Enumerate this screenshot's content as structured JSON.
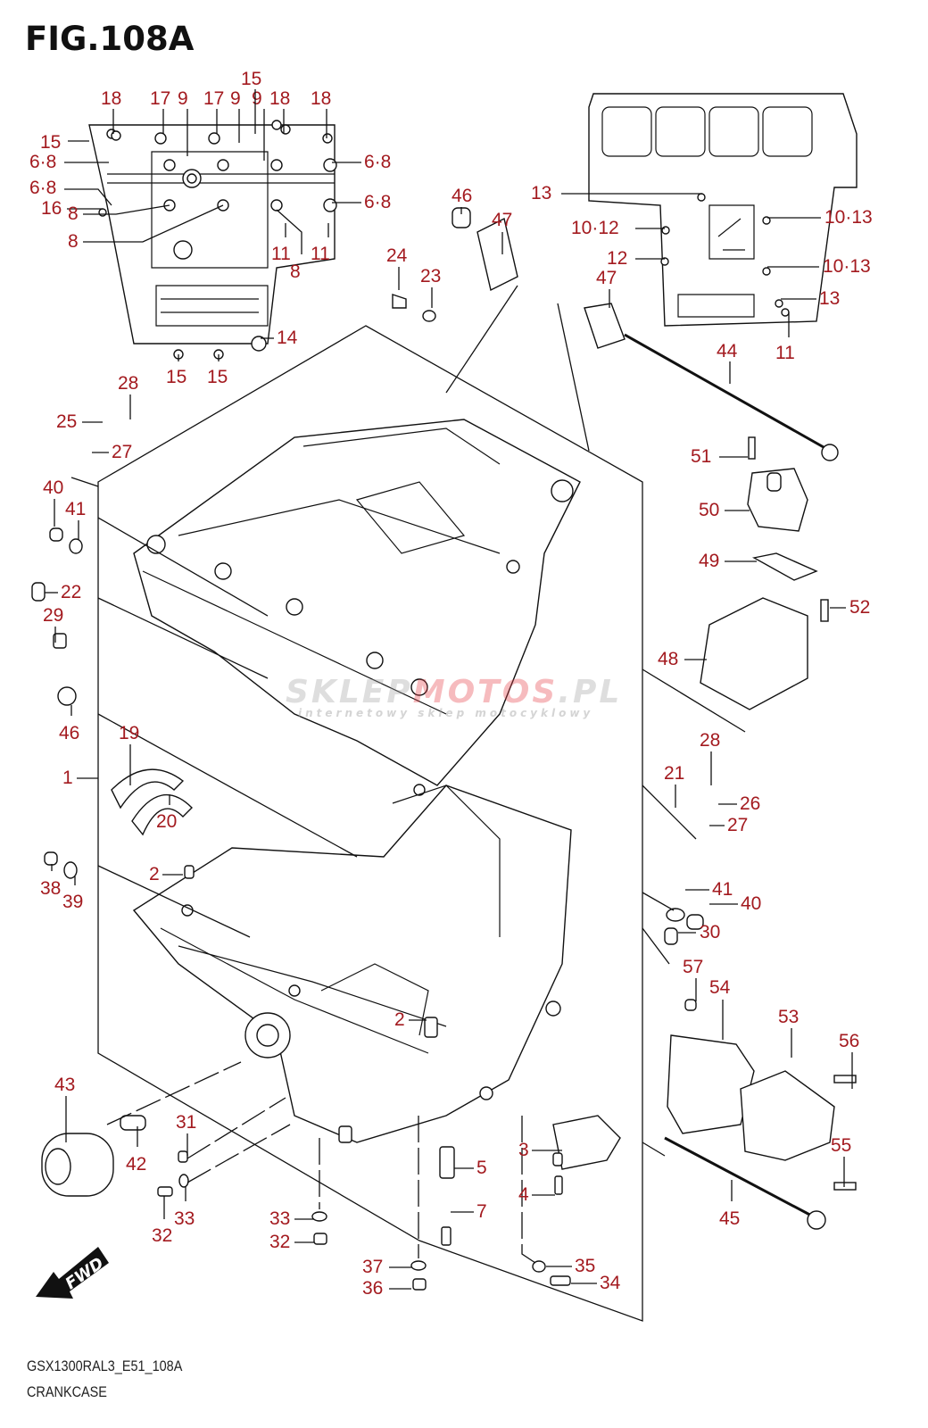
{
  "figure": {
    "title": "FIG.108A",
    "code": "GSX1300RAL3_E51_108A",
    "caption": "CRANKCASE"
  },
  "colors": {
    "callout": "#a31a1f",
    "line": "#111111"
  },
  "watermark": {
    "main_gray": "SKLEP",
    "main_red": "MOTOS",
    "main_tail": ".PL",
    "sub": "internetowy sklep motocyklowy"
  },
  "fwd_badge": {
    "label": "FWD",
    "icon": "fwd-arrow-icon"
  },
  "callouts": [
    {
      "id": "c-15-a",
      "label": "15"
    },
    {
      "id": "c-18-a",
      "label": "18"
    },
    {
      "id": "c-17-a",
      "label": "17"
    },
    {
      "id": "c-9-a",
      "label": "9"
    },
    {
      "id": "c-17-b",
      "label": "17"
    },
    {
      "id": "c-9-b",
      "label": "9"
    },
    {
      "id": "c-9-c",
      "label": "9"
    },
    {
      "id": "c-18-b",
      "label": "18"
    },
    {
      "id": "c-18-c",
      "label": "18"
    },
    {
      "id": "c-15-b",
      "label": "15"
    },
    {
      "id": "c-68-a",
      "label": "6·8"
    },
    {
      "id": "c-68-b",
      "label": "6·8"
    },
    {
      "id": "c-68-c",
      "label": "6·8"
    },
    {
      "id": "c-68-d",
      "label": "6·8"
    },
    {
      "id": "c-16",
      "label": "16"
    },
    {
      "id": "c-8-a",
      "label": "8"
    },
    {
      "id": "c-8-b",
      "label": "8"
    },
    {
      "id": "c-11-a",
      "label": "11"
    },
    {
      "id": "c-8-c",
      "label": "8"
    },
    {
      "id": "c-11-b",
      "label": "11"
    },
    {
      "id": "c-14",
      "label": "14"
    },
    {
      "id": "c-15-c",
      "label": "15"
    },
    {
      "id": "c-15-d",
      "label": "15"
    },
    {
      "id": "c-46-a",
      "label": "46"
    },
    {
      "id": "c-47-a",
      "label": "47"
    },
    {
      "id": "c-24",
      "label": "24"
    },
    {
      "id": "c-23",
      "label": "23"
    },
    {
      "id": "c-13-a",
      "label": "13"
    },
    {
      "id": "c-1012",
      "label": "10·12"
    },
    {
      "id": "c-12",
      "label": "12"
    },
    {
      "id": "c-1013-a",
      "label": "10·13"
    },
    {
      "id": "c-1013-b",
      "label": "10·13"
    },
    {
      "id": "c-13-b",
      "label": "13"
    },
    {
      "id": "c-47-b",
      "label": "47"
    },
    {
      "id": "c-44",
      "label": "44"
    },
    {
      "id": "c-11-c",
      "label": "11"
    },
    {
      "id": "c-28-a",
      "label": "28"
    },
    {
      "id": "c-25",
      "label": "25"
    },
    {
      "id": "c-27-a",
      "label": "27"
    },
    {
      "id": "c-40-a",
      "label": "40"
    },
    {
      "id": "c-41-a",
      "label": "41"
    },
    {
      "id": "c-22",
      "label": "22"
    },
    {
      "id": "c-29",
      "label": "29"
    },
    {
      "id": "c-46-b",
      "label": "46"
    },
    {
      "id": "c-51",
      "label": "51"
    },
    {
      "id": "c-50",
      "label": "50"
    },
    {
      "id": "c-49",
      "label": "49"
    },
    {
      "id": "c-52",
      "label": "52"
    },
    {
      "id": "c-48",
      "label": "48"
    },
    {
      "id": "c-19",
      "label": "19"
    },
    {
      "id": "c-1",
      "label": "1"
    },
    {
      "id": "c-20",
      "label": "20"
    },
    {
      "id": "c-28-b",
      "label": "28"
    },
    {
      "id": "c-21",
      "label": "21"
    },
    {
      "id": "c-26",
      "label": "26"
    },
    {
      "id": "c-27-b",
      "label": "27"
    },
    {
      "id": "c-2-a",
      "label": "2"
    },
    {
      "id": "c-38",
      "label": "38"
    },
    {
      "id": "c-39",
      "label": "39"
    },
    {
      "id": "c-41-b",
      "label": "41"
    },
    {
      "id": "c-40-b",
      "label": "40"
    },
    {
      "id": "c-30",
      "label": "30"
    },
    {
      "id": "c-57",
      "label": "57"
    },
    {
      "id": "c-54",
      "label": "54"
    },
    {
      "id": "c-53",
      "label": "53"
    },
    {
      "id": "c-56",
      "label": "56"
    },
    {
      "id": "c-2-b",
      "label": "2"
    },
    {
      "id": "c-43",
      "label": "43"
    },
    {
      "id": "c-42",
      "label": "42"
    },
    {
      "id": "c-31",
      "label": "31"
    },
    {
      "id": "c-3",
      "label": "3"
    },
    {
      "id": "c-5",
      "label": "5"
    },
    {
      "id": "c-4",
      "label": "4"
    },
    {
      "id": "c-55",
      "label": "55"
    },
    {
      "id": "c-7",
      "label": "7"
    },
    {
      "id": "c-33-a",
      "label": "33"
    },
    {
      "id": "c-32-a",
      "label": "32"
    },
    {
      "id": "c-33-b",
      "label": "33"
    },
    {
      "id": "c-32-b",
      "label": "32"
    },
    {
      "id": "c-45",
      "label": "45"
    },
    {
      "id": "c-37",
      "label": "37"
    },
    {
      "id": "c-36",
      "label": "36"
    },
    {
      "id": "c-35",
      "label": "35"
    },
    {
      "id": "c-34",
      "label": "34"
    }
  ]
}
